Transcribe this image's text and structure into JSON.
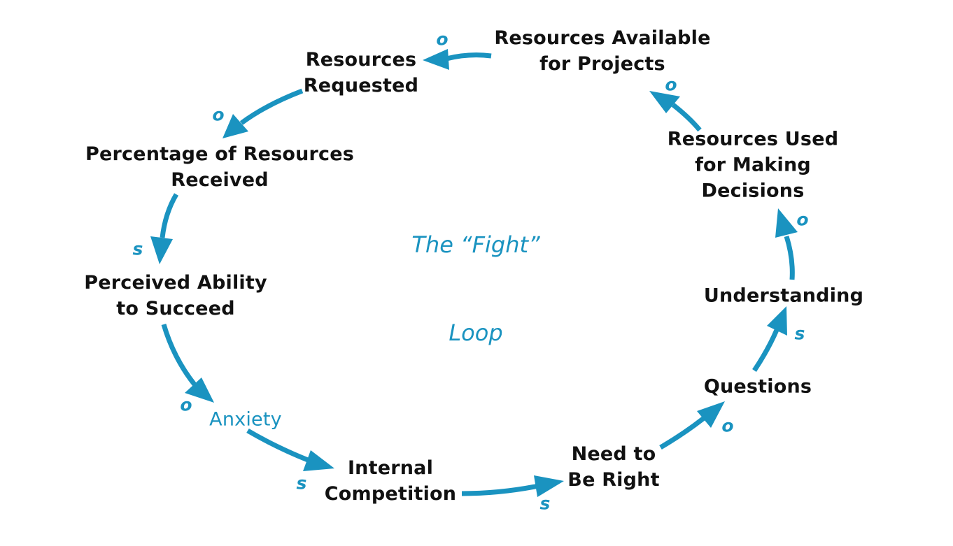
{
  "colors": {
    "accent": "#1a93c0",
    "text": "#111111",
    "background": "#ffffff"
  },
  "loop": {
    "title_line1": "The “Fight”",
    "title_line2": "Loop"
  },
  "nodes": {
    "resources_available": "Resources Available\nfor Projects",
    "resources_requested": "Resources\nRequested",
    "percentage_received": "Percentage of Resources\nReceived",
    "perceived_ability": "Perceived Ability\nto Succeed",
    "anxiety": "Anxiety",
    "internal_competition": "Internal\nCompetition",
    "need_to_be_right": "Need to\nBe Right",
    "questions": "Questions",
    "understanding": "Understanding",
    "resources_used": "Resources Used\nfor Making\nDecisions"
  },
  "links": [
    {
      "from": "Resources Available for Projects",
      "to": "Resources Requested",
      "polarity": "o"
    },
    {
      "from": "Resources Requested",
      "to": "Percentage of Resources Received",
      "polarity": "o"
    },
    {
      "from": "Percentage of Resources Received",
      "to": "Perceived Ability to Succeed",
      "polarity": "s"
    },
    {
      "from": "Perceived Ability to Succeed",
      "to": "Anxiety",
      "polarity": "o"
    },
    {
      "from": "Anxiety",
      "to": "Internal Competition",
      "polarity": "s"
    },
    {
      "from": "Internal Competition",
      "to": "Need to Be Right",
      "polarity": "s"
    },
    {
      "from": "Need to Be Right",
      "to": "Questions",
      "polarity": "o"
    },
    {
      "from": "Questions",
      "to": "Understanding",
      "polarity": "s"
    },
    {
      "from": "Understanding",
      "to": "Resources Used for Making Decisions",
      "polarity": "o"
    },
    {
      "from": "Resources Used for Making Decisions",
      "to": "Resources Available for Projects",
      "polarity": "o"
    }
  ]
}
